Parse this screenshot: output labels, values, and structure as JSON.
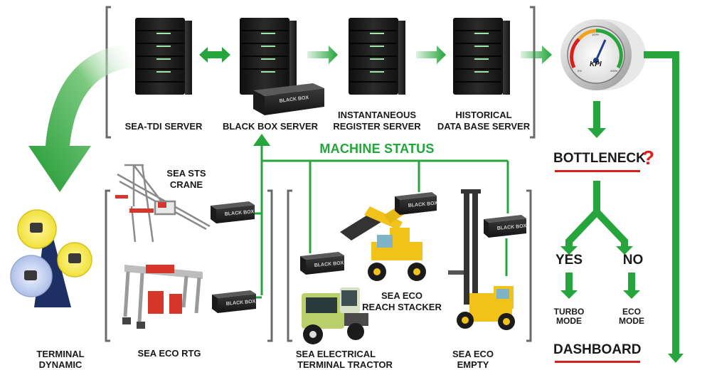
{
  "servers": [
    {
      "id": "sea-tdi",
      "label": "SEA-TDI SERVER"
    },
    {
      "id": "black-box",
      "label": "BLACK BOX SERVER"
    },
    {
      "id": "instantaneous",
      "label_line1": "INSTANTANEOUS",
      "label_line2": "REGISTER SERVER"
    },
    {
      "id": "historical",
      "label_line1": "HISTORICAL",
      "label_line2": "DATA BASE SERVER"
    }
  ],
  "black_box_text": "BLACK BOX",
  "kpi": {
    "title": "KPI",
    "scale_low": "0%",
    "scale_mid": "100%",
    "scale_high": "200%"
  },
  "machine_status": "MACHINE STATUS",
  "bottleneck": "BOTTLENECK",
  "question_mark": "?",
  "yes": "YES",
  "no": "NO",
  "turbo_line1": "TURBO",
  "turbo_line2": "MODE",
  "eco_line1": "ECO",
  "eco_line2": "MODE",
  "dashboard": "DASHBOARD",
  "machines": {
    "sts_line1": "SEA STS",
    "sts_line2": "CRANE",
    "rtg": "SEA ECO RTG",
    "reach_line1": "SEA ECO",
    "reach_line2": "REACH STACKER",
    "tractor_line1": "SEA ELECTRICAL",
    "tractor_line2": "TERMINAL TRACTOR",
    "empty_line1": "SEA ECO",
    "empty_line2": "EMPTY",
    "terminal_line1": "TERMINAL",
    "terminal_line2": "DYNAMIC"
  },
  "colors": {
    "arrow_green": "#25a53b",
    "red_accent": "#d81f1c",
    "text_dark": "#1a1a1a",
    "server_dark": "#1c1c1c",
    "bracket_gray": "#6b6b6b"
  }
}
